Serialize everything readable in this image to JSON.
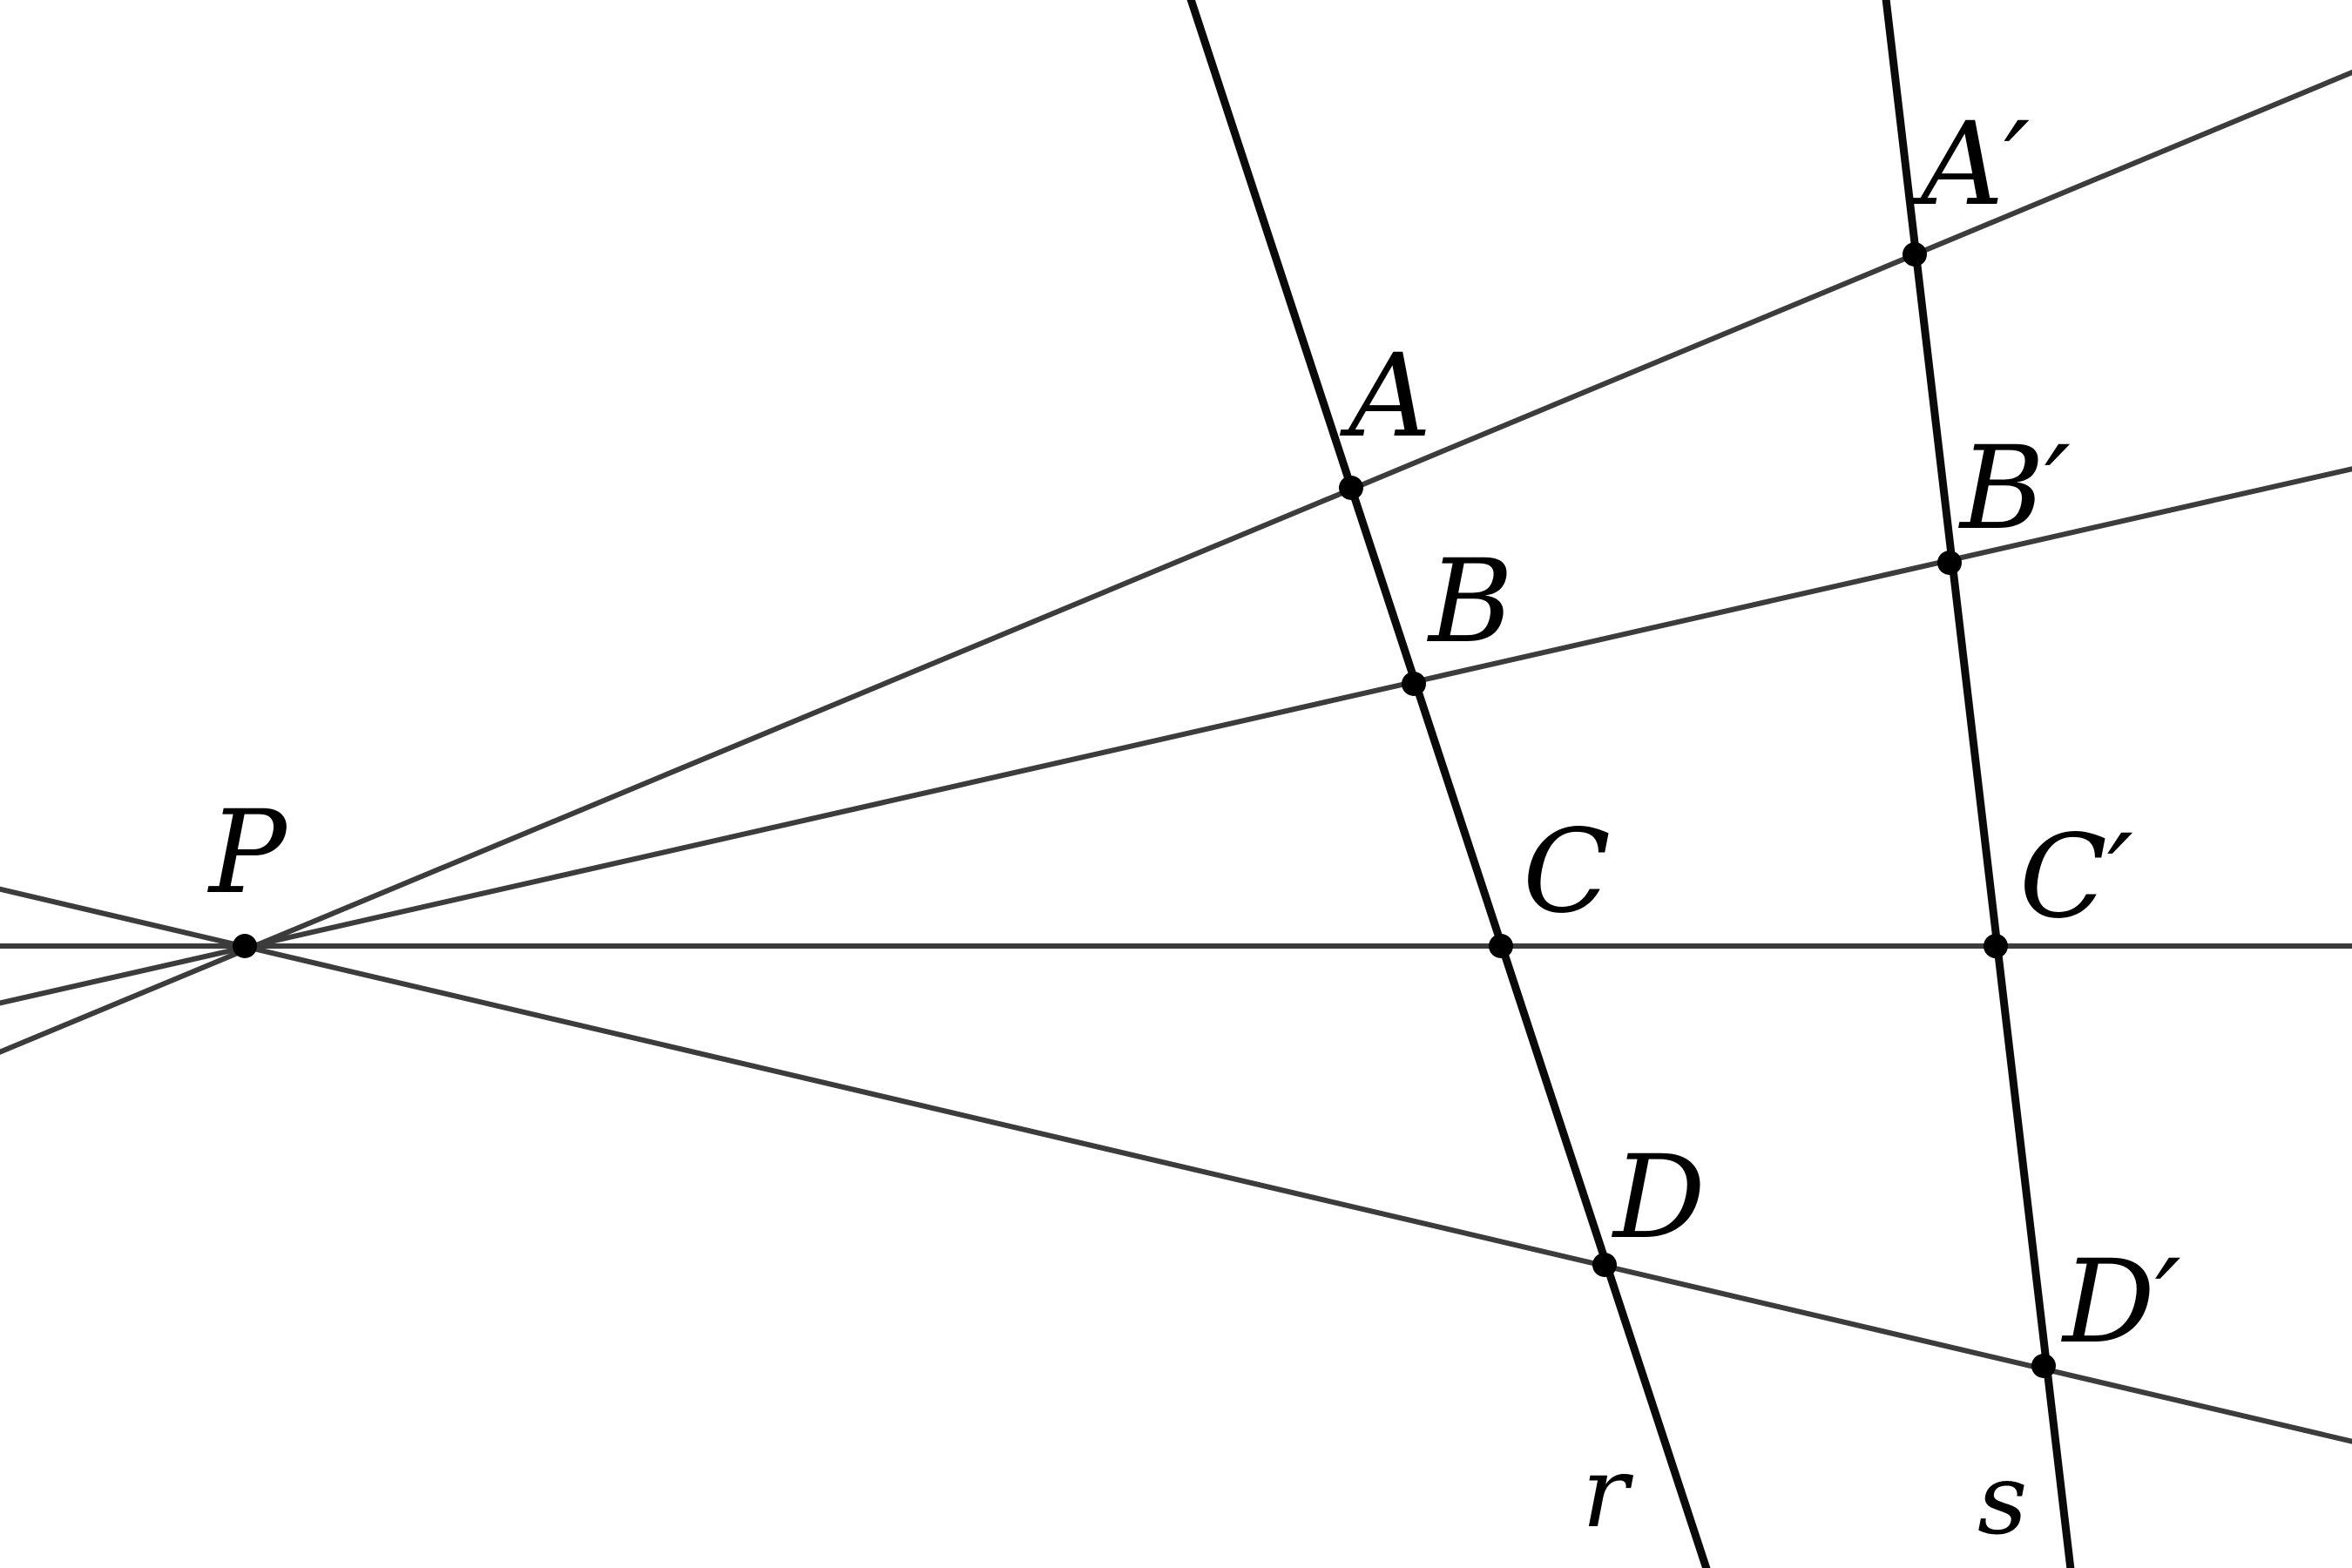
{
  "points": {
    "P": "P",
    "A": "A",
    "B": "B",
    "C": "C",
    "D": "D",
    "A_prime": "A′",
    "B_prime": "B′",
    "C_prime": "C′",
    "D_prime": "D′"
  },
  "lines": {
    "r": "r",
    "s": "s"
  },
  "colors": {
    "rays": "#3c3c3c",
    "transversals": "#0a0a0a",
    "points": "#000000"
  }
}
